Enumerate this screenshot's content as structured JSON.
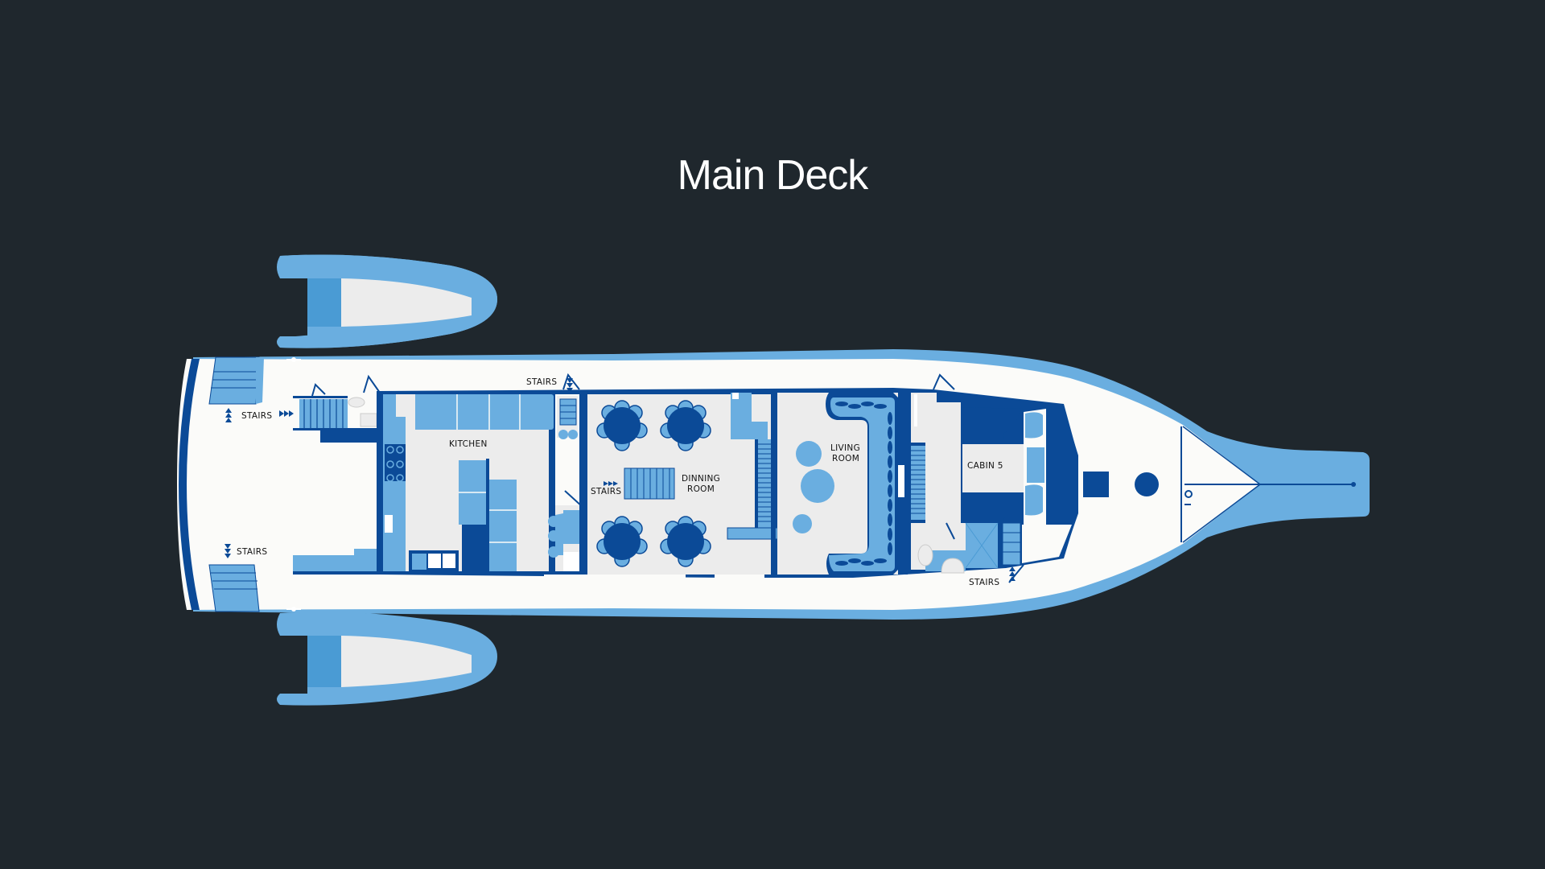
{
  "title": "Main Deck",
  "colors": {
    "background": "#1f272d",
    "deck": "#fbfbf9",
    "interior_floor": "#ececec",
    "light_blue": "#6aaee0",
    "dark_blue": "#0b4a97",
    "medium_blue": "#4a9bd4",
    "text": "#111111",
    "title_text": "#ffffff"
  },
  "rooms": [
    {
      "id": "kitchen",
      "label": "KITCHEN"
    },
    {
      "id": "dining",
      "label_line1": "DINNING",
      "label_line2": "ROOM"
    },
    {
      "id": "living",
      "label_line1": "LIVING",
      "label_line2": "ROOM"
    },
    {
      "id": "cabin5",
      "label": "CABIN 5"
    }
  ],
  "stairs": [
    {
      "id": "stern-upper",
      "label": "STAIRS",
      "direction": "up"
    },
    {
      "id": "stern-lower",
      "label": "STAIRS",
      "direction": "down"
    },
    {
      "id": "kitchen-top",
      "label": "STAIRS",
      "direction": "down"
    },
    {
      "id": "dining",
      "label": "STAIRS",
      "direction": "right"
    },
    {
      "id": "cabin-bottom",
      "label": "STAIRS",
      "direction": "up"
    }
  ],
  "dinghies": [
    {
      "id": "tender-port"
    },
    {
      "id": "tender-starboard"
    }
  ]
}
